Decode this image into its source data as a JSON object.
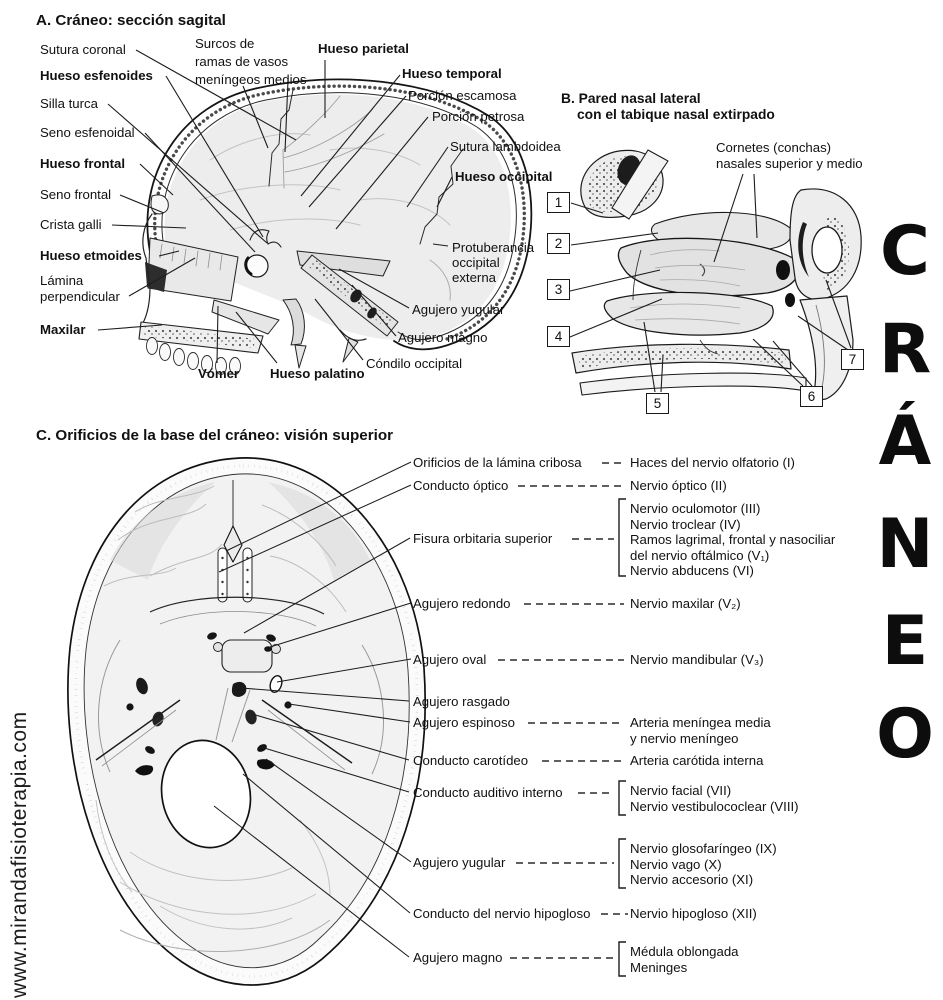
{
  "page": {
    "watermark": "www.mirandafisioterapia.com",
    "vertical_title": "CRÁNEO",
    "vertical_letters": [
      "C",
      "R",
      "Á",
      "N",
      "E",
      "O"
    ]
  },
  "panel_a": {
    "title": "A. Cráneo: sección sagital",
    "labels": {
      "sutura_coronal": "Sutura coronal",
      "hueso_esfenoides": "Hueso esfenoides",
      "silla_turca": "Silla turca",
      "seno_esfenoidal": "Seno esfenoidal",
      "hueso_frontal": "Hueso frontal",
      "seno_frontal": "Seno frontal",
      "crista_galli": "Crista galli",
      "hueso_etmoides": "Hueso etmoides",
      "lamina_perpendicular_lines": [
        "Lámina",
        "perpendicular"
      ],
      "maxilar": "Maxilar",
      "vomer": "Vómer",
      "hueso_palatino": "Hueso palatino",
      "surcos_lines": [
        "Surcos de",
        "ramas de vasos",
        "meníngeos medios"
      ],
      "hueso_parietal": "Hueso parietal",
      "hueso_temporal": "Hueso temporal",
      "porcion_escamosa": "Porción escamosa",
      "porcion_petrosa": "Porción petrosa",
      "sutura_lambdoidea": "Sutura lambdoidea",
      "hueso_occipital": "Hueso occipital",
      "protuberancia_lines": [
        "Protuberancia",
        "occipital",
        "externa"
      ],
      "agujero_yugular": "Agujero yugular",
      "agujero_magno": "Agujero magno",
      "condilo_occipital": "Cóndilo occipital"
    }
  },
  "panel_b": {
    "title_lines": [
      "B. Pared nasal lateral",
      "con el tabique nasal extirpado"
    ],
    "cornetes_lines": [
      "Cornetes (conchas)",
      "nasales superior y medio"
    ],
    "boxes": [
      "1",
      "2",
      "3",
      "4",
      "5",
      "6",
      "7"
    ]
  },
  "panel_c": {
    "title": "C. Orificios de la base del cráneo: visión superior",
    "rows": [
      {
        "left": "Orificios de la lámina cribosa",
        "right": [
          "Haces del nervio olfatorio (I)"
        ]
      },
      {
        "left": "Conducto óptico",
        "right": [
          "Nervio óptico (II)"
        ]
      },
      {
        "left": "Fisura orbitaria superior",
        "right": [
          "Nervio oculomotor (III)",
          "Nervio troclear (IV)",
          "Ramos lagrimal, frontal y nasociliar",
          "del nervio oftálmico (V₁)",
          "Nervio abducens (VI)"
        ]
      },
      {
        "left": "Agujero redondo",
        "right": [
          "Nervio maxilar (V₂)"
        ]
      },
      {
        "left": "Agujero oval",
        "right": [
          "Nervio mandibular (V₃)"
        ]
      },
      {
        "left": "Agujero rasgado",
        "right": []
      },
      {
        "left": "Agujero espinoso",
        "right": [
          "Arteria meníngea media",
          "y nervio meníngeo"
        ]
      },
      {
        "left": "Conducto carotídeo",
        "right": [
          "Arteria carótida interna"
        ]
      },
      {
        "left": "Conducto auditivo interno",
        "right": [
          "Nervio facial (VII)",
          "Nervio vestibulococlear (VIII)"
        ]
      },
      {
        "left": "Agujero yugular",
        "right": [
          "Nervio glosofaríngeo (IX)",
          "Nervio vago (X)",
          "Nervio accesorio (XI)"
        ]
      },
      {
        "left": "Conducto del nervio hipogloso",
        "right": [
          "Nervio hipogloso (XII)"
        ]
      },
      {
        "left": "Agujero magno",
        "right": [
          "Médula oblongada",
          "Meninges"
        ]
      }
    ]
  }
}
